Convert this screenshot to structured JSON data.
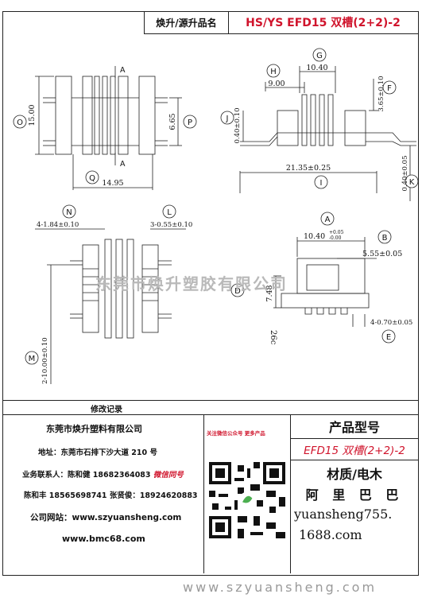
{
  "header": {
    "label": "焕升/源升品名",
    "product": "HS/YS EFD15 双槽(2+2)-2"
  },
  "drawing": {
    "markers": [
      "A",
      "B",
      "D",
      "E",
      "F",
      "G",
      "H",
      "I",
      "J",
      "K",
      "L",
      "M",
      "N",
      "O",
      "P",
      "Q"
    ],
    "dims": {
      "d_15_00": "15.00",
      "d_14_95": "14.95",
      "d_6_65": "6.65",
      "d_10_40": "10.40",
      "d_9_00": "9.00",
      "d_3_65": "3.65±0.10",
      "d_0_40_left": "0.40±0.10",
      "d_21_35": "21.35±0.25",
      "d_0_40_right": "0.40±0.05",
      "d_4_184": "4-1.84±0.10",
      "d_3_055": "3-0.55±0.10",
      "d_1040_tol": "10.40",
      "d_1040_sup": "+0.05",
      "d_1040_sub": "-0.00",
      "d_5_55": "5.55±0.05",
      "d_7_48": "7.48",
      "d_26c": "26c",
      "d_4_070": "4-0.70±0.05",
      "d_2_10": "2-10.00±0.10",
      "arrow_a_top": "A",
      "arrow_a_bottom": "A"
    },
    "watermark": "东莞市焕升塑胶有限公司"
  },
  "revision": {
    "label": "修改记录"
  },
  "company": {
    "name": "东莞市焕升塑料有限公司",
    "address": "地址：东莞市石排下沙大道 210 号",
    "contact1": "业务联系人：陈和健 18682364083",
    "wechat": "微信同号",
    "contact2": "陈和丰 18565698741 张贤俊：18924620883",
    "website": "公司网站：www.szyuansheng.com",
    "website2": "www.bmc68.com",
    "qr_hint": "关注微信公众号 更多产品"
  },
  "product_box": {
    "type_label": "产品型号",
    "type_value": "EFD15 双槽(2+2)-2",
    "material_label": "材质/电木",
    "shop": "阿 里 巴 巴",
    "shop_url_1": "yuansheng755.",
    "shop_url_2": "1688.com"
  },
  "footer": {
    "url": "www.szyuansheng.com"
  },
  "colors": {
    "accent": "#d0142c",
    "line": "#222222",
    "watermark": "#b9b9b9"
  }
}
